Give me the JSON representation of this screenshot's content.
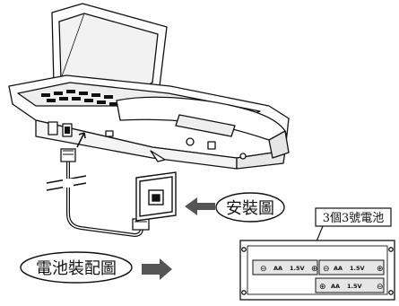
{
  "labels": {
    "install_diagram": "安裝圖",
    "battery_diagram": "電池裝配圖",
    "battery_note": "3個3號電池"
  },
  "batteries": [
    {
      "type": "AA",
      "voltage": "1.5V"
    },
    {
      "type": "AA",
      "voltage": "1.5V"
    },
    {
      "type": "AA",
      "voltage": "1.5V"
    }
  ],
  "colors": {
    "ink": "#111111",
    "paper": "#ffffff",
    "shade": "#d9d9d9",
    "arrow": "#555555"
  }
}
